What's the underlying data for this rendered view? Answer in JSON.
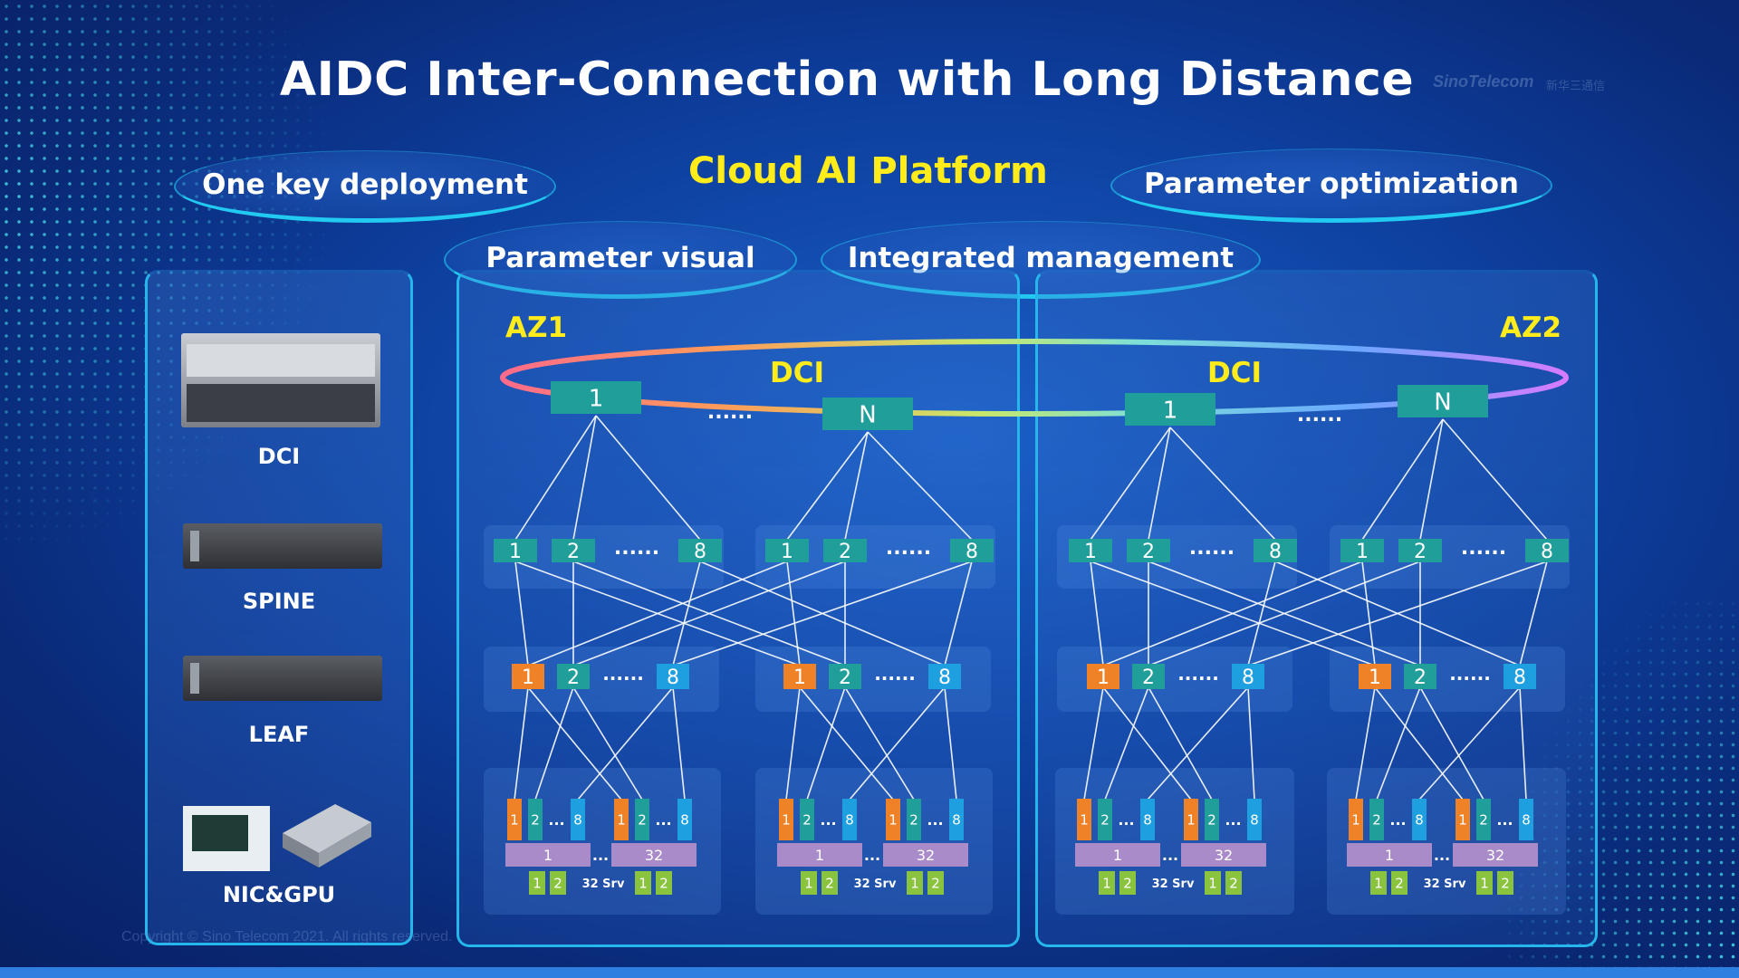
{
  "title": "AIDC Inter-Connection with Long Distance",
  "logo": {
    "text": "SinoTelecom",
    "text_cn": "新华三通信"
  },
  "copyright": "Copyright © Sino Telecom 2021. All rights reserved.",
  "platform": {
    "title": "Cloud AI Platform",
    "features": [
      "One key deployment",
      "Parameter optimization",
      "Parameter visual",
      "Integrated management"
    ]
  },
  "devices": [
    {
      "label": "DCI",
      "icon": "dci-chassis-icon"
    },
    {
      "label": "SPINE",
      "icon": "spine-switch-icon"
    },
    {
      "label": "LEAF",
      "icon": "leaf-switch-icon"
    },
    {
      "label": "NIC&GPU",
      "icon": "nic-gpu-icon"
    }
  ],
  "zones": [
    {
      "label": "AZ1",
      "dci_label": "DCI",
      "dci_nodes": [
        "1",
        "N"
      ],
      "dci_ellipsis": "......"
    },
    {
      "label": "AZ2",
      "dci_label": "DCI",
      "dci_nodes": [
        "1",
        "N"
      ],
      "dci_ellipsis": "......"
    }
  ],
  "spine_nodes": [
    "1",
    "2",
    "8"
  ],
  "spine_ellipsis": "......",
  "leaf_nodes": [
    "1",
    "2",
    "8"
  ],
  "leaf_ellipsis": "......",
  "port_labels": [
    "1",
    "2",
    "8"
  ],
  "port_ellipsis": "...",
  "server_labels": [
    "1",
    "32"
  ],
  "server_ellipsis": "...",
  "gpu_labels": [
    "1",
    "2"
  ],
  "server_count_label": "32 Srv",
  "colors": {
    "node_teal": "#1f9e9a",
    "leaf_orange": "#ef8126",
    "leaf_blue": "#1e9fe0",
    "server_purple": "#a98bc9",
    "gpu_green": "#8ac43f",
    "accent_yellow": "#ffec1a",
    "panel_border": "#25b6ec"
  }
}
